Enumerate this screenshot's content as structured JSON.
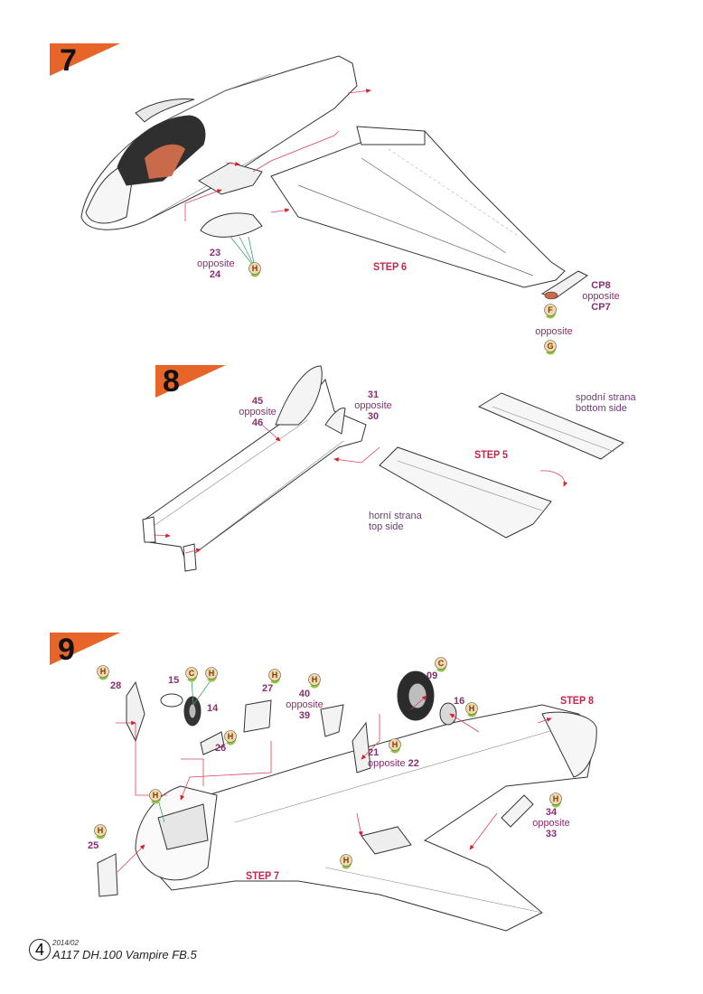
{
  "steps": [
    {
      "number": "7"
    },
    {
      "number": "8"
    },
    {
      "number": "9"
    }
  ],
  "step7": {
    "step_ref": "STEP 6",
    "part_23": {
      "a": "23",
      "opp": "opposite",
      "b": "24"
    },
    "part_cp": {
      "a": "CP8",
      "opp": "opposite",
      "b": "CP7"
    },
    "opposite_fg": "opposite",
    "badge_h": "H",
    "badge_f": "F",
    "badge_g": "G"
  },
  "step8": {
    "part_45": {
      "a": "45",
      "opp": "opposite",
      "b": "46"
    },
    "part_31": {
      "a": "31",
      "opp": "opposite",
      "b": "30"
    },
    "step_ref": "STEP 5",
    "bottom_cz": "spodní strana",
    "bottom_en": "bottom side",
    "top_cz": "horní strana",
    "top_en": "top side"
  },
  "step9": {
    "step8_ref": "STEP 8",
    "step7_ref": "STEP 7",
    "p28": "28",
    "p15": "15",
    "p14": "14",
    "p26": "26",
    "p27": "27",
    "p40": {
      "a": "40",
      "opp": "opposite",
      "b": "39"
    },
    "p09": "09",
    "p16": "16",
    "p21": {
      "a": "21",
      "opp": "opposite",
      "b": "22"
    },
    "p34": {
      "a": "34",
      "opp": "opposite",
      "b": "33"
    },
    "p25": "25",
    "badge_h": "H",
    "badge_c": "C"
  },
  "footer": {
    "page_number": "4",
    "date": "2014/02",
    "title": "A117 DH.100 Vampire FB.5"
  },
  "colors": {
    "step_flag": "#e8652a",
    "label": "#8a2f6e",
    "step_ref": "#c3264a",
    "leader_line": "#d9435a",
    "arrow": "#d81e2c",
    "badge_fill": "#f4d9a8",
    "badge_tail": "#8cc63f",
    "outline": "#333333",
    "cockpit": "#c96a4a"
  }
}
